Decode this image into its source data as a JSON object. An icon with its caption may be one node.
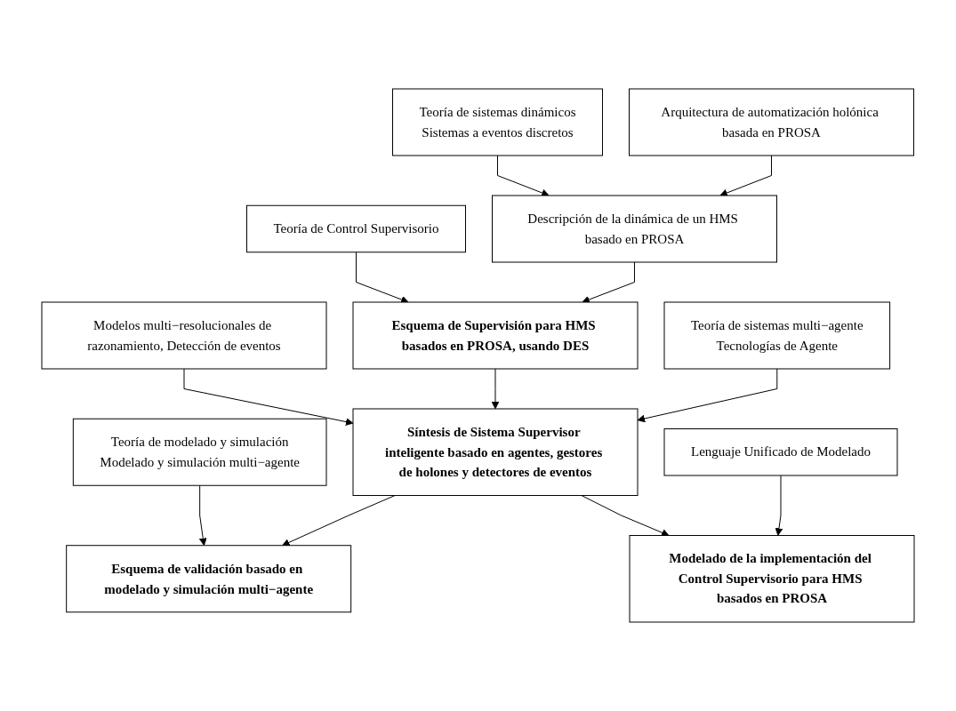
{
  "diagram": {
    "nodes": [
      {
        "text": [
          "Teoría de sistemas dinámicos",
          "Sistemas a eventos discretos"
        ]
      },
      {
        "text": [
          "Arquitectura de automatización holónica basada en PROSA"
        ]
      },
      {
        "text": [
          "Teoría de Control Supervisorio"
        ]
      },
      {
        "text": [
          "Descripción de la dinámica de un HMS basado en PROSA"
        ]
      },
      {
        "text": [
          "Modelos multi−resolucionales de razonamiento, Detección de eventos"
        ]
      },
      {
        "text": [
          "Esquema de Supervisión para HMS basados en PROSA, usando DES"
        ]
      },
      {
        "text": [
          "Teoría de sistemas multi−agente",
          "Tecnologías de Agente"
        ]
      },
      {
        "text": [
          "Síntesis de Sistema Supervisor inteligente basado en agentes, gestores de holones y detectores de eventos"
        ]
      },
      {
        "text": [
          "Teoría de modelado y simulación",
          "Modelado y simulación multi−agente"
        ]
      },
      {
        "text": [
          "Lenguaje Unificado de Modelado"
        ]
      },
      {
        "text": [
          "Esquema de validación basado en modelado y simulación multi−agente"
        ]
      },
      {
        "text": [
          "Modelado de la implementación del Control Supervisorio para HMS basados en PROSA"
        ]
      }
    ],
    "edges": [
      {
        "from": 0,
        "to": 3,
        "arrow": "to"
      },
      {
        "from": 1,
        "to": 3,
        "arrow": "to"
      },
      {
        "from": 2,
        "to": 5,
        "arrow": "to"
      },
      {
        "from": 3,
        "to": 5,
        "arrow": "to"
      },
      {
        "from": 4,
        "to": 7,
        "arrow": "to"
      },
      {
        "from": 5,
        "to": 7,
        "arrow": "to"
      },
      {
        "from": 6,
        "to": 7,
        "arrow": "to"
      },
      {
        "from": 8,
        "to": 10,
        "arrow": "to"
      },
      {
        "from": 7,
        "to": 10,
        "arrow": "to"
      },
      {
        "from": 7,
        "to": 11,
        "arrow": "to"
      },
      {
        "from": 9,
        "to": 11,
        "arrow": "to"
      }
    ]
  }
}
